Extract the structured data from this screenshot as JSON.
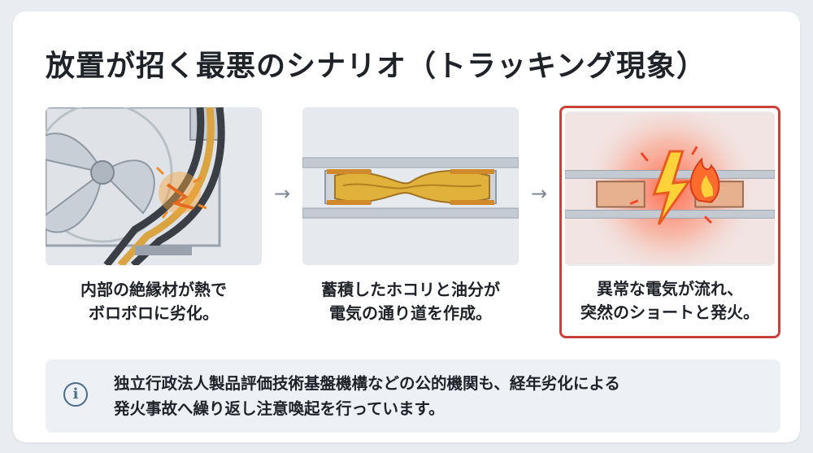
{
  "title": "放置が招く最悪のシナリオ（トラッキング現象）",
  "panels": [
    {
      "caption_lines": [
        "内部の絶縁材が熱で",
        "ボロボロに劣化。"
      ]
    },
    {
      "caption_lines": [
        "蓄積したホコリと油分が",
        "電気の通り道を作成。"
      ]
    },
    {
      "caption_lines": [
        "異常な電気が流れ、",
        "突然のショートと発火。"
      ]
    }
  ],
  "arrows": [
    "→",
    "→"
  ],
  "notice": {
    "icon": "info-icon",
    "lines": [
      "独立行政法人製品評価技術基盤機構などの公的機関も、経年劣化による",
      "発火事故へ繰り返し注意喚起を行っています。"
    ]
  },
  "colors": {
    "alert_border": "#c8423a",
    "notice_bg": "#edf0f4",
    "accent": "#4a6d8c"
  }
}
